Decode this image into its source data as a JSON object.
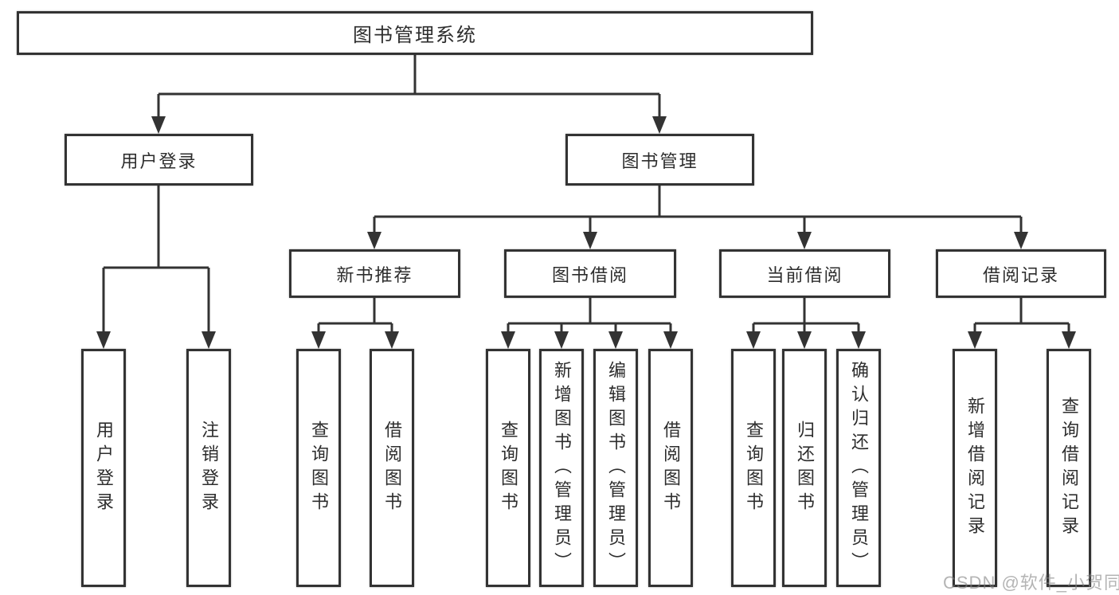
{
  "tree": {
    "root": {
      "label": "图书管理系统"
    },
    "branches": [
      {
        "label": "用户登录",
        "children": [
          {
            "label": "用户登录"
          },
          {
            "label": "注销登录"
          }
        ]
      },
      {
        "label": "图书管理",
        "children": [
          {
            "label": "新书推荐",
            "children": [
              {
                "label": "查询图书"
              },
              {
                "label": "借阅图书"
              }
            ]
          },
          {
            "label": "图书借阅",
            "children": [
              {
                "label": "查询图书"
              },
              {
                "label": "新增图书（管理员）"
              },
              {
                "label": "编辑图书（管理员）"
              },
              {
                "label": "借阅图书"
              }
            ]
          },
          {
            "label": "当前借阅",
            "children": [
              {
                "label": "查询图书"
              },
              {
                "label": "归还图书"
              },
              {
                "label": "确认归还（管理员）"
              }
            ]
          },
          {
            "label": "借阅记录",
            "children": [
              {
                "label": "新增借阅记录"
              },
              {
                "label": "查询借阅记录"
              }
            ]
          }
        ]
      }
    ]
  },
  "watermark": {
    "text": "CSDN @软件_小贺同学"
  },
  "colors": {
    "line": "#333333",
    "box_border": "#333333",
    "box_fill": "#ffffff",
    "text": "#2d2d2d",
    "watermark": "#828282",
    "background": "#ffffff"
  }
}
